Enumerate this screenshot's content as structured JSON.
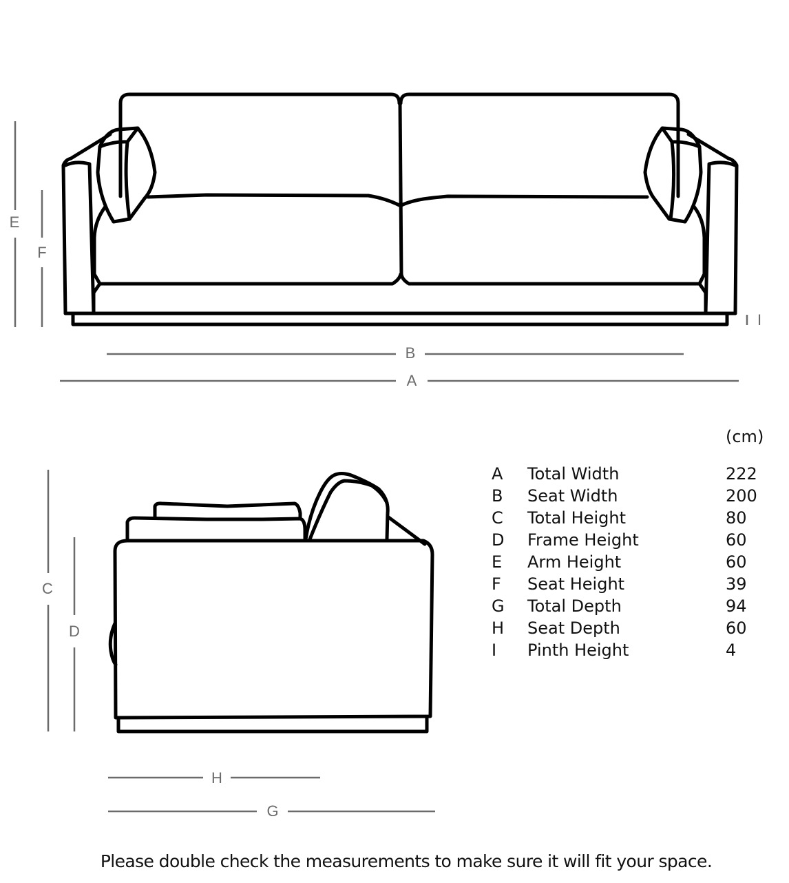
{
  "front_view": {
    "dimension_labels": {
      "A": "A",
      "B": "B",
      "E": "E",
      "F": "F",
      "I": "I"
    }
  },
  "side_view": {
    "dimension_labels": {
      "C": "C",
      "D": "D",
      "G": "G",
      "H": "H"
    }
  },
  "spec_table": {
    "unit": "(cm)",
    "rows": [
      {
        "key": "A",
        "name": "Total Width",
        "value": "222"
      },
      {
        "key": "B",
        "name": "Seat Width",
        "value": "200"
      },
      {
        "key": "C",
        "name": "Total Height",
        "value": "80"
      },
      {
        "key": "D",
        "name": "Frame Height",
        "value": "60"
      },
      {
        "key": "E",
        "name": "Arm Height",
        "value": "60"
      },
      {
        "key": "F",
        "name": "Seat Height",
        "value": "39"
      },
      {
        "key": "G",
        "name": "Total Depth",
        "value": "94"
      },
      {
        "key": "H",
        "name": "Seat Depth",
        "value": "60"
      },
      {
        "key": "I",
        "name": "Pinth Height",
        "value": "4"
      }
    ]
  },
  "footer_note": "Please double check the measurements to make sure it will fit your space.",
  "colors": {
    "outline": "#000000",
    "dimension_line": "#6b6b6b",
    "text": "#111111",
    "background": "#ffffff"
  }
}
